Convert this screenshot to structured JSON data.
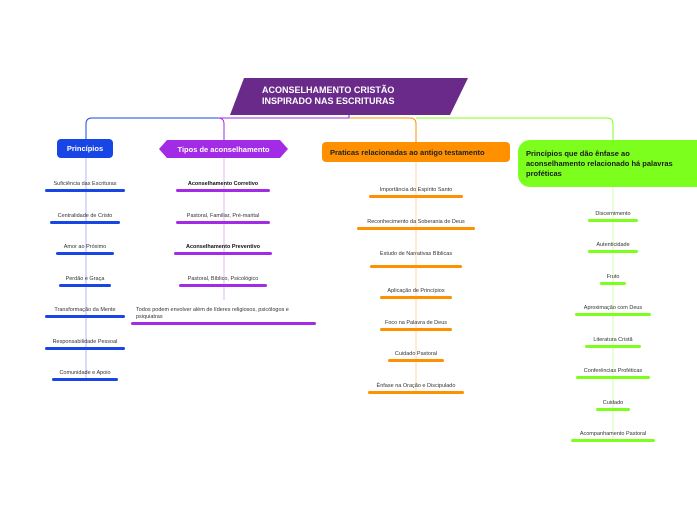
{
  "root": {
    "title_line1": "ACONSELHAMENTO CRISTÃO",
    "title_line2": "INSPIRADO NAS ESCRITURAS"
  },
  "branches": [
    {
      "label": "Princípios",
      "color": "#1846e6",
      "items": [
        "Suficiência das Escrituras",
        "Centralidade de Cristo",
        "Amor ao Próximo",
        "Perdão e Graça",
        "Transformação da Mente",
        "Responsabilidade Pessoal",
        "Comunidade e Apoio"
      ]
    },
    {
      "label": "Tipos de aconselhamento",
      "color": "#a22ce6",
      "items": [
        "Aconselhamento Corretivo",
        "Pastoral, Familiar, Pré-marital",
        "Aconselhamento Preventivo",
        "Pastoral, Bíblico, Psicológico",
        "Todos podem envolver além de líderes religiosos, psicólogos e psiquiatras"
      ]
    },
    {
      "label": "Praticas relacionadas ao antigo testamento",
      "color": "#ff9000",
      "items": [
        "Importância do Espírito Santo",
        "Reconhecimento da Soberania de Deus",
        "Estudo de Narrativas Bíblicas",
        "Aplicação de Princípios",
        "Foco na Palavra de Deus",
        "Cuidado Pastoral",
        "Ênfase na Oração e Discipulado"
      ]
    },
    {
      "label": "Princípios que dão ênfase ao aconselhamento relacionado há palavras proféticas",
      "color": "#7dff1e",
      "items": [
        "Discernimento",
        "Autenticidade",
        "Fruto",
        "Aproximação com Deus",
        "Literatura Cristã",
        "Conferências Proféticas",
        "Cuidado",
        "Acompanhamento Pastoral"
      ]
    }
  ]
}
